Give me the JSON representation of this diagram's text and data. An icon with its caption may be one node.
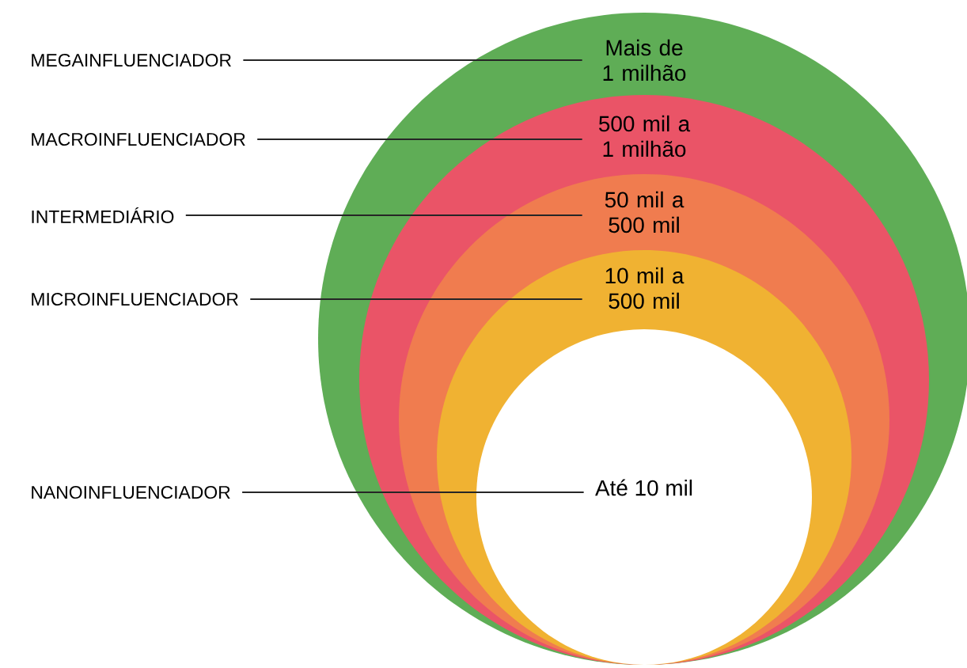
{
  "diagram": {
    "nodes": [
      {
        "text": [
          "Mais de 1 milhão"
        ]
      },
      {
        "text": [
          "500 mil a 1 milhão"
        ],
        "in": 0
      },
      {
        "text": [
          "50 mil a 500 mil"
        ],
        "in": 1
      },
      {
        "text": [
          "10 mil a 500 mil"
        ],
        "in": 2
      },
      {
        "text": [
          "Até 10 mil"
        ],
        "in": 3
      },
      {
        "text": [
          "MEGAINFLUENCIADOR"
        ]
      },
      {
        "text": [
          "MACROINFLUENCIADOR"
        ]
      },
      {
        "text": [
          "INTERMEDIÁRIO"
        ]
      },
      {
        "text": [
          "MICROINFLUENCIADOR"
        ]
      },
      {
        "text": [
          "NANOINFLUENCIADOR"
        ]
      }
    ],
    "edges": [
      {
        "from": 5,
        "to": 0,
        "arrow": "none"
      },
      {
        "from": 6,
        "to": 1,
        "arrow": "none"
      },
      {
        "from": 7,
        "to": 2,
        "arrow": "none"
      },
      {
        "from": 8,
        "to": 3,
        "arrow": "none"
      },
      {
        "from": 9,
        "to": 4,
        "arrow": "none"
      }
    ]
  }
}
